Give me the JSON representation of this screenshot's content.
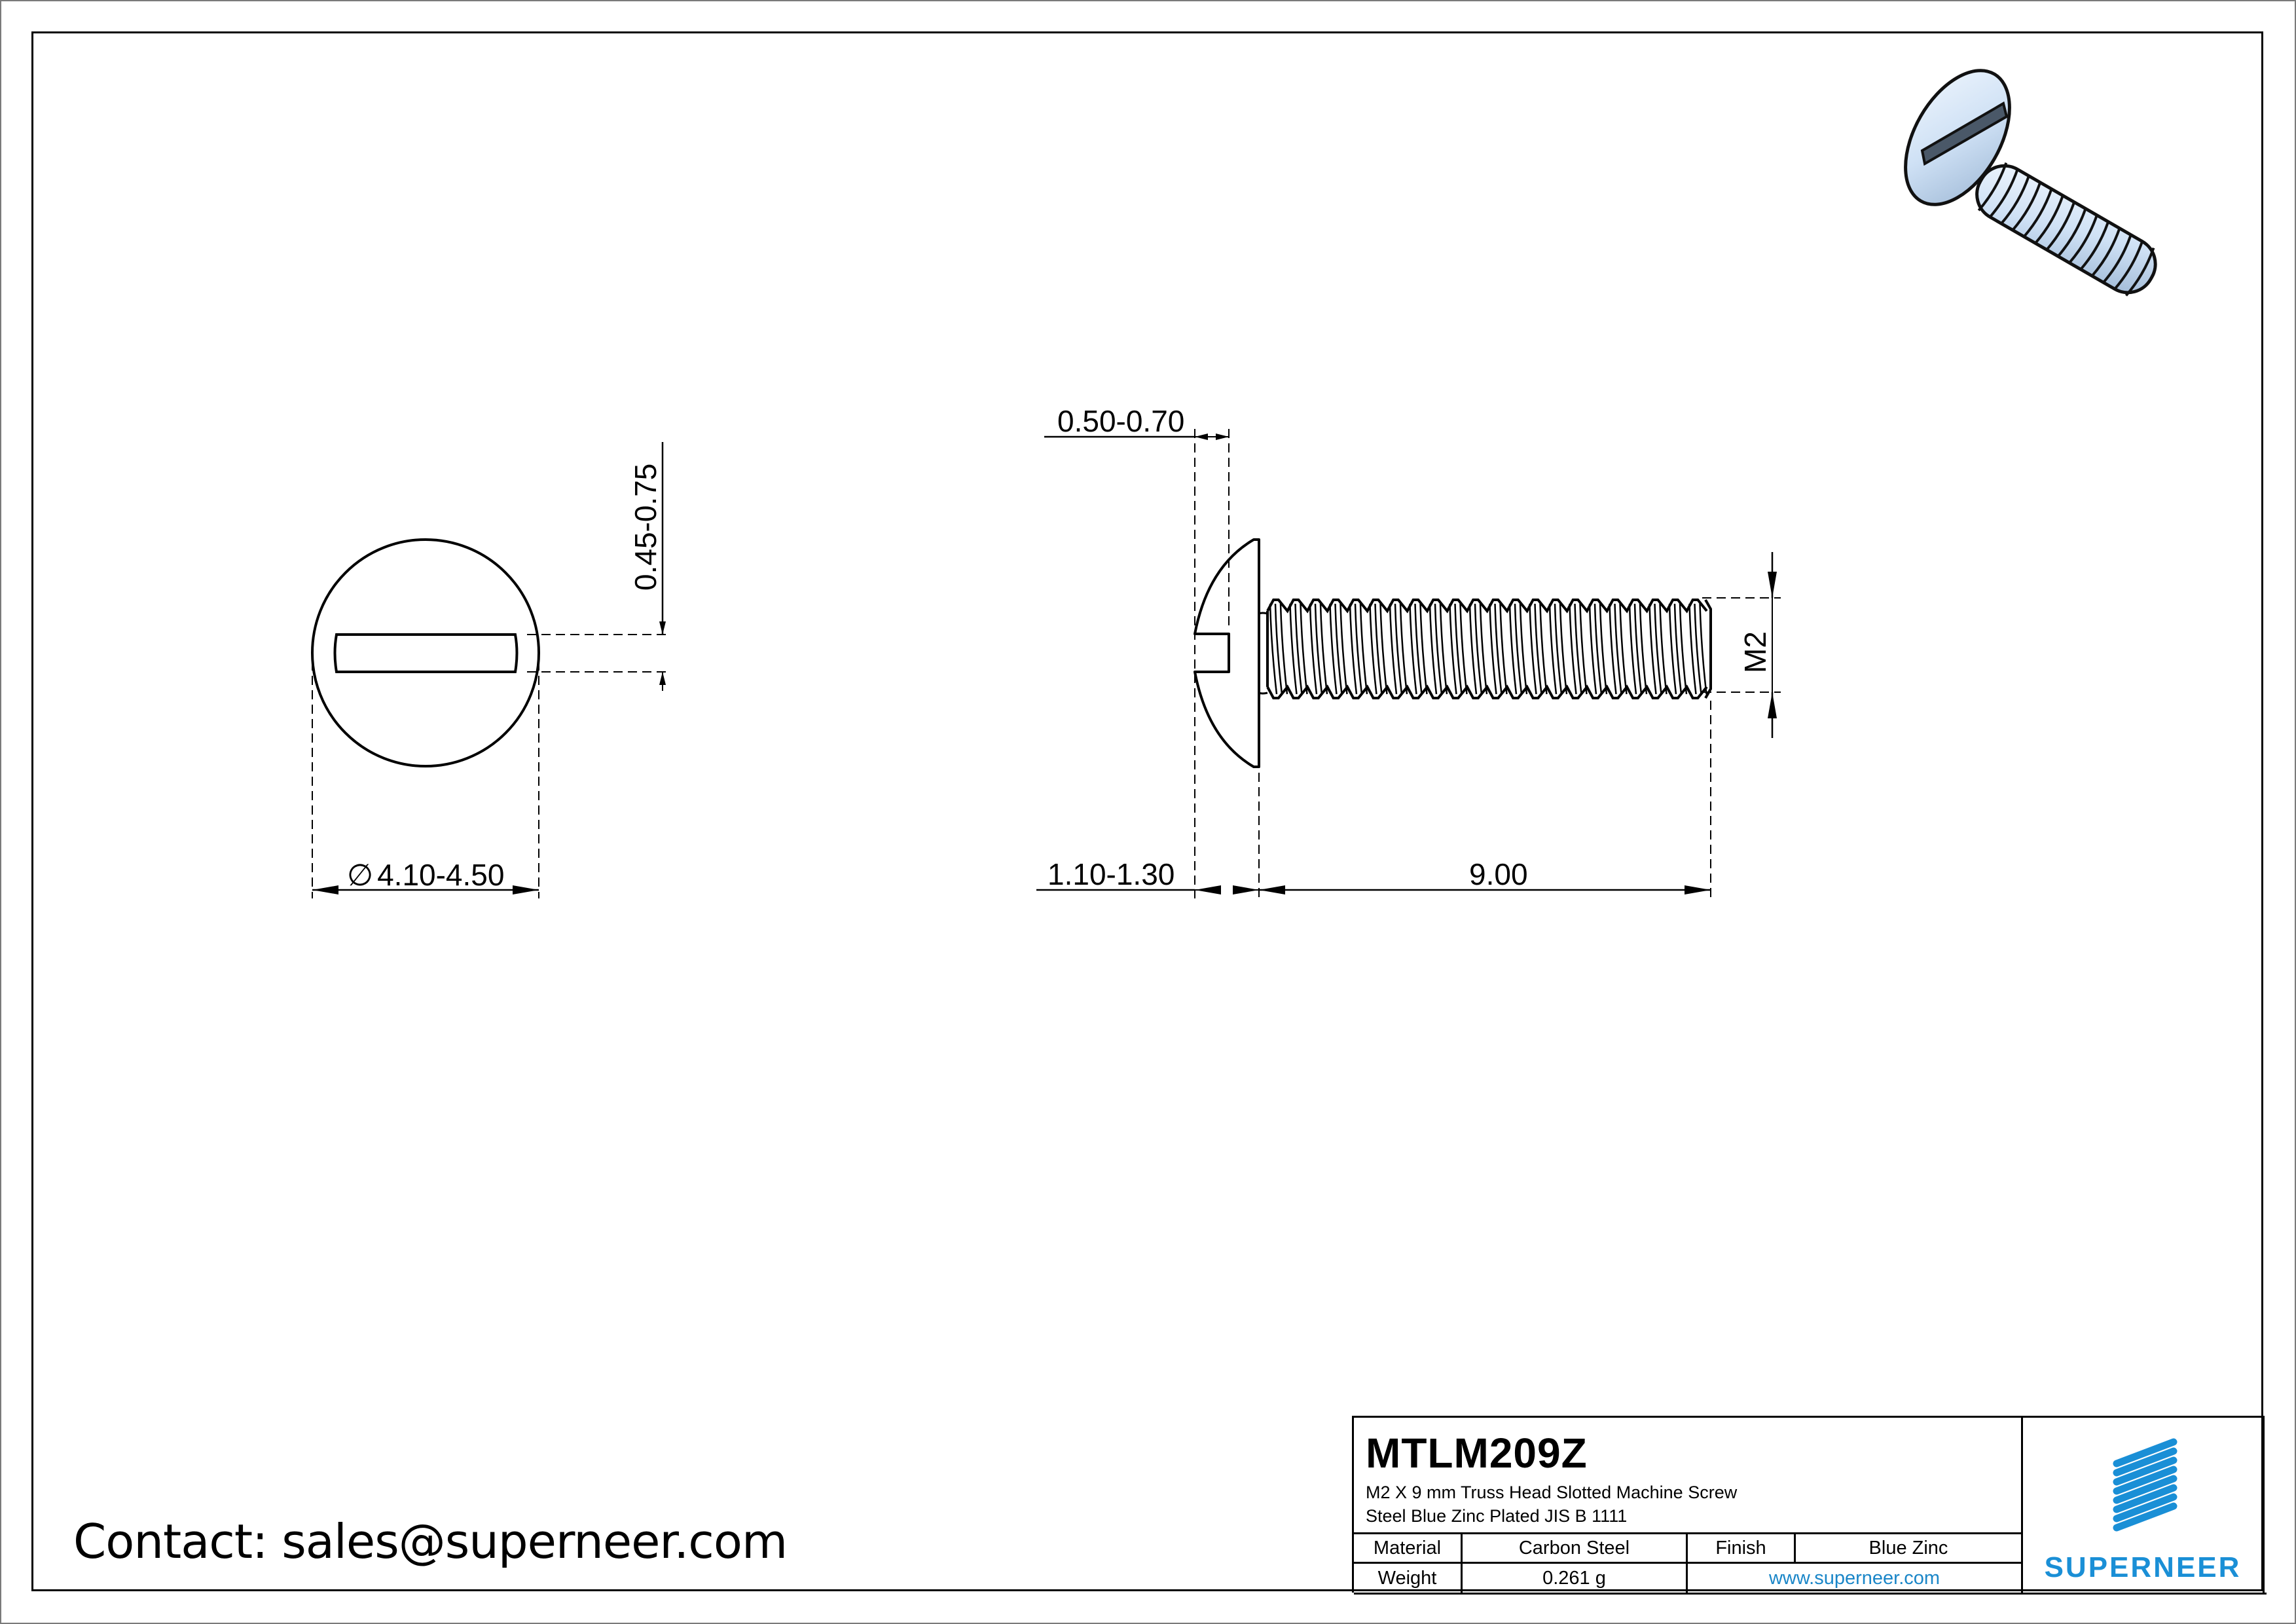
{
  "drawing": {
    "front_view": {
      "head_diameter_label": "4.10-4.50",
      "diameter_symbol": "∅",
      "slot_width_label": "0.45-0.75"
    },
    "side_view": {
      "slot_depth_label": "0.50-0.70",
      "head_height_label": "1.10-1.30",
      "length_label": "9.00",
      "thread_label": "M2"
    },
    "iso_view": {
      "description": "3D isometric render of truss head slotted screw",
      "tint": "#c9ddf2"
    }
  },
  "title_block": {
    "part_number": "MTLM209Z",
    "description_line1": "M2 X 9 mm  Truss Head Slotted Machine Screw",
    "description_line2": "Steel Blue Zinc Plated JIS B 1111",
    "material_label": "Material",
    "material_value": "Carbon Steel",
    "finish_label": "Finish",
    "finish_value": "Blue Zinc",
    "weight_label": "Weight",
    "weight_value": "0.261 g",
    "website": "www.superneer.com",
    "logo_text": "SUPERNEER",
    "brand_color": "#1a8fd6"
  },
  "contact": {
    "text": "Contact: sales@superneer.com"
  }
}
